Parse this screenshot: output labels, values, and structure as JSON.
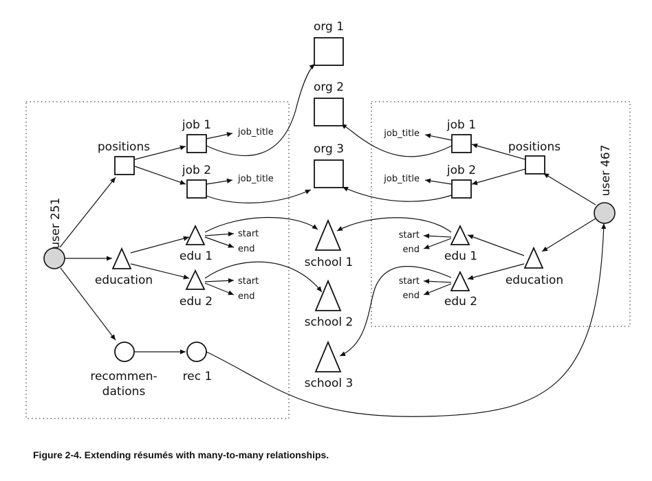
{
  "figure": {
    "caption": "Figure 2-4. Extending résumés with many-to-many relationships."
  },
  "labels": {
    "org1": "org 1",
    "org2": "org 2",
    "org3": "org 3",
    "user251": "user 251",
    "user467": "user 467",
    "left_positions": "positions",
    "left_job1": "job 1",
    "left_job2": "job 2",
    "left_job1_title": "job_title",
    "left_job2_title": "job_title",
    "left_education": "education",
    "left_edu1": "edu 1",
    "left_edu2": "edu 2",
    "left_edu1_start": "start",
    "left_edu1_end": "end",
    "left_edu2_start": "start",
    "left_edu2_end": "end",
    "school1": "school 1",
    "school2": "school 2",
    "school3": "school 3",
    "recommendations_line1": "recommen-",
    "recommendations_line2": "dations",
    "rec1": "rec 1",
    "right_positions": "positions",
    "right_job1": "job 1",
    "right_job2": "job 2",
    "right_job1_title": "job_title",
    "right_job2_title": "job_title",
    "right_education": "education",
    "right_edu1": "edu 1",
    "right_edu2": "edu 2",
    "right_edu1_start": "start",
    "right_edu1_end": "end",
    "right_edu2_start": "start",
    "right_edu2_end": "end"
  }
}
